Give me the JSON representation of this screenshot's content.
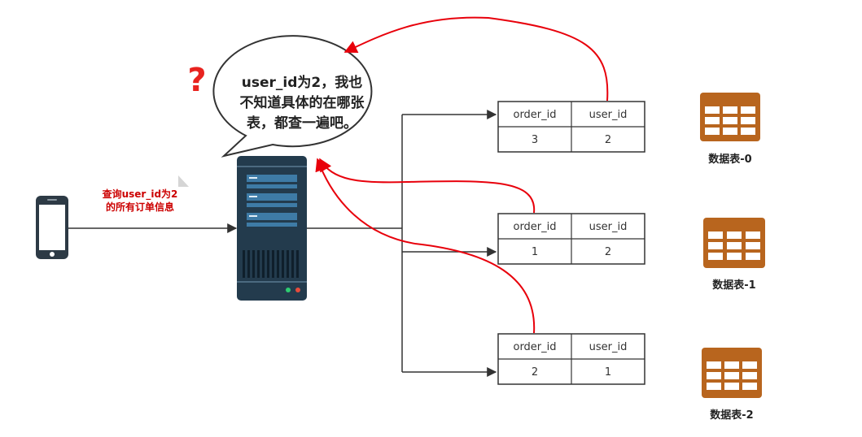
{
  "question_mark": "?",
  "bubble": {
    "line1": "user_id为2，我也",
    "line2": "不知道具体的在哪张",
    "line3": "表，都查一遍吧。"
  },
  "request": {
    "line1": "查询user_id为2",
    "line2": "的所有订单信息"
  },
  "tables": [
    {
      "header": [
        "order_id",
        "user_id"
      ],
      "row": [
        "3",
        "2"
      ],
      "label": "数据表-0"
    },
    {
      "header": [
        "order_id",
        "user_id"
      ],
      "row": [
        "1",
        "2"
      ],
      "label": "数据表-1"
    },
    {
      "header": [
        "order_id",
        "user_id"
      ],
      "row": [
        "2",
        "1"
      ],
      "label": "数据表-2"
    }
  ],
  "colors": {
    "server": "#233b4d",
    "server_slot": "#3e7ba6",
    "arrow_red": "#e8000b",
    "arrow_black": "#333333",
    "table_icon": "#b8651e"
  }
}
